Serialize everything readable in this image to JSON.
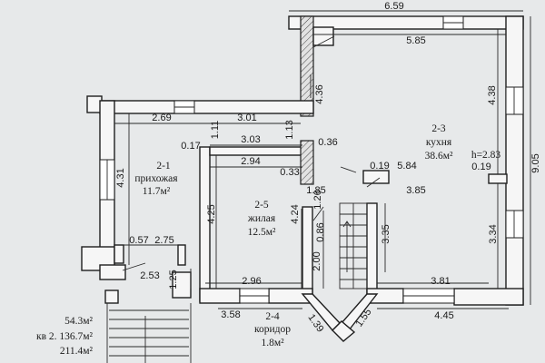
{
  "rooms": {
    "r1": {
      "id": "2-1",
      "name": "прихожая",
      "area": "11.7м²"
    },
    "r2": {
      "id": "2-5",
      "name": "жилая",
      "area": "12.5м²"
    },
    "r3": {
      "id": "2-3",
      "name": "кухня",
      "area": "38.6м²"
    },
    "r4": {
      "id": "2-4",
      "name": "коридор",
      "area": "1.8м²"
    }
  },
  "ceiling_height": "h=2.83",
  "dimensions": {
    "d659": "6.59",
    "d585": "5.85",
    "d436": "4.36",
    "d438": "4.38",
    "d905": "9.05",
    "d269": "2.69",
    "d301": "3.01",
    "d111": "1.11",
    "d113": "1.13",
    "d017": "0.17",
    "d303": "3.03",
    "d036": "0.36",
    "d294": "2.94",
    "d033": "0.33",
    "d019a": "0.19",
    "d584": "5.84",
    "d019b": "0.19",
    "d431": "4.31",
    "d185": "1.85",
    "d126": "1.26",
    "d424": "4.24",
    "d425": "4.25",
    "d385": "3.85",
    "d335": "3.35",
    "d334": "3.34",
    "d086": "0.86",
    "d057": "0.57",
    "d275": "2.75",
    "d253": "2.53",
    "d200": "2.00",
    "d125": "1.25",
    "d296": "2.96",
    "d381": "3.81",
    "d358": "3.58",
    "d445": "4.45",
    "d139": "1.39",
    "d155": "1.55"
  },
  "summary": {
    "line1": "54.3м²",
    "line2": "кв 2. 136.7м²",
    "line3": "211.4м²"
  }
}
